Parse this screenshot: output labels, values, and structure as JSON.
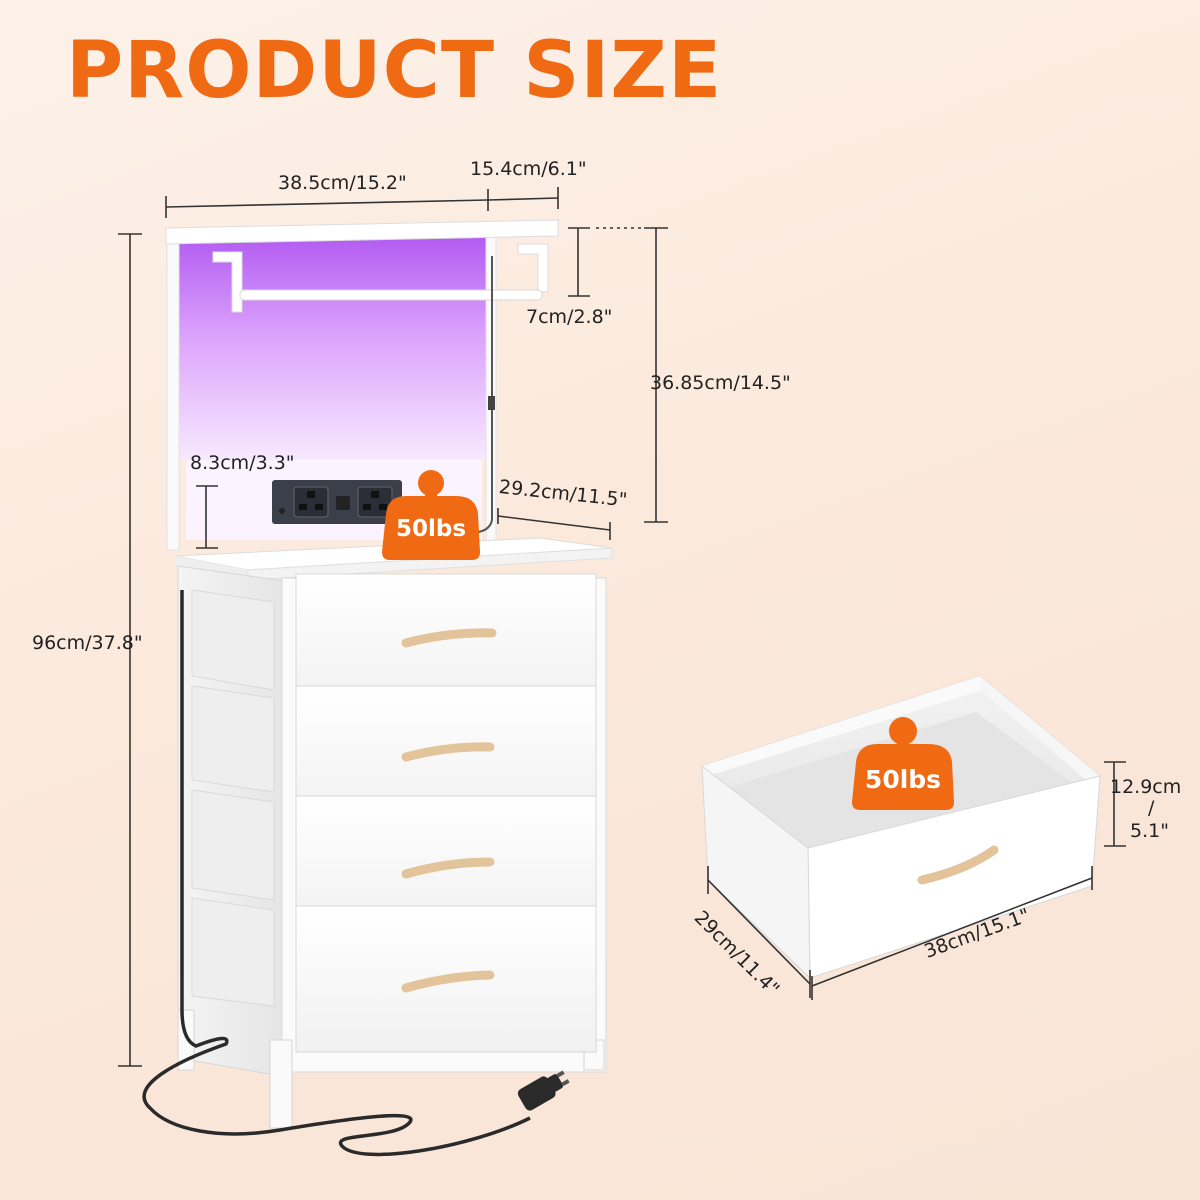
{
  "title": "PRODUCT SIZE",
  "dimensions": {
    "shelf_width": "38.5cm/15.2\"",
    "shelf_depth": "15.4cm/6.1\"",
    "rail_height": "7cm/2.8\"",
    "hutch_height": "36.85cm/14.5\"",
    "outlet_height": "8.3cm/3.3\"",
    "top_depth": "29.2cm/11.5\"",
    "total_height": "96cm/37.8\"",
    "drawer_height_line1": "12.9cm",
    "drawer_height_line2": "/",
    "drawer_height_line3": "5.1\"",
    "drawer_width": "38cm/15.1\"",
    "drawer_depth": "29cm/11.4\""
  },
  "badges": {
    "top_load": "50lbs",
    "drawer_load": "50lbs"
  },
  "colors": {
    "accent": "#f06a13",
    "led": "#b86cf0",
    "furniture": "#ffffff",
    "handle": "#e8c9a0"
  },
  "icons": {
    "weight": "weight-icon",
    "plug": "plug-icon",
    "socket": "socket-icon"
  }
}
